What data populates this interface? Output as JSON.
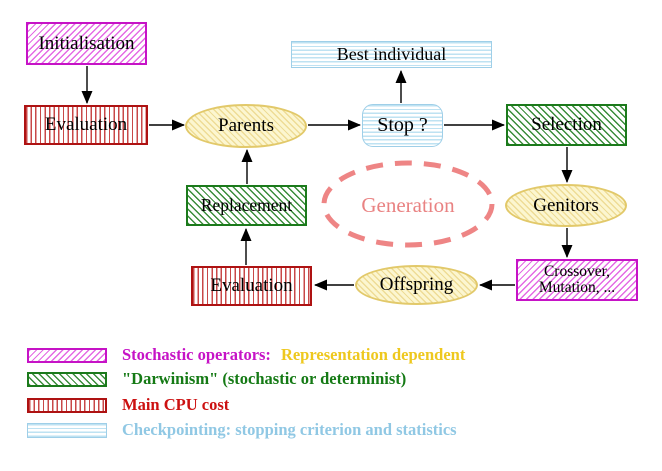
{
  "nodes": {
    "initialisation": "Initialisation",
    "evaluation_top": "Evaluation",
    "parents": "Parents",
    "best_individual": "Best individual",
    "stop": "Stop ?",
    "selection": "Selection",
    "genitors": "Genitors",
    "crossover_line1": "Crossover,",
    "crossover_line2": "Mutation, ...",
    "offspring": "Offspring",
    "evaluation_bottom": "Evaluation",
    "replacement": "Replacement",
    "generation": "Generation"
  },
  "legend": {
    "stochastic_label": "Stochastic operators:",
    "stochastic_extra": "Representation dependent",
    "darwinism_label": "\"Darwinism\" (stochastic or determinist)",
    "cpu_label": "Main CPU cost",
    "checkpoint_label": "Checkpointing: stopping criterion and statistics"
  },
  "colors": {
    "stochastic_magenta": "#c613c6",
    "representation_yellow": "#eec81e",
    "darwinism_green": "#157a15",
    "cpu_red": "#cc1111",
    "checkpoint_blue": "#90c8e4",
    "generation_salmon": "#e98282",
    "yellow_node_border": "#e2c96a",
    "arrow_black": "#000000"
  }
}
